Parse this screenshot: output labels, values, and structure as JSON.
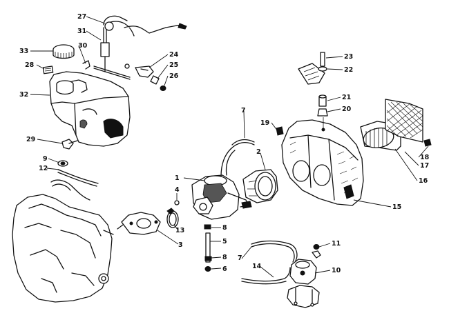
{
  "diagram": {
    "callouts": [
      {
        "id": "1",
        "text": "1"
      },
      {
        "id": "2",
        "text": "2"
      },
      {
        "id": "3",
        "text": "3"
      },
      {
        "id": "4",
        "text": "4"
      },
      {
        "id": "5",
        "text": "5"
      },
      {
        "id": "6",
        "text": "6"
      },
      {
        "id": "7a",
        "text": "7"
      },
      {
        "id": "7b",
        "text": "7"
      },
      {
        "id": "8a",
        "text": "8"
      },
      {
        "id": "8b",
        "text": "8"
      },
      {
        "id": "9",
        "text": "9"
      },
      {
        "id": "10",
        "text": "10"
      },
      {
        "id": "11",
        "text": "11"
      },
      {
        "id": "12",
        "text": "12"
      },
      {
        "id": "13",
        "text": "13"
      },
      {
        "id": "14",
        "text": "14"
      },
      {
        "id": "15",
        "text": "15"
      },
      {
        "id": "16",
        "text": "16"
      },
      {
        "id": "17",
        "text": "17"
      },
      {
        "id": "18",
        "text": "18"
      },
      {
        "id": "19",
        "text": "19"
      },
      {
        "id": "20",
        "text": "20"
      },
      {
        "id": "21",
        "text": "21"
      },
      {
        "id": "22",
        "text": "22"
      },
      {
        "id": "23",
        "text": "23"
      },
      {
        "id": "24",
        "text": "24"
      },
      {
        "id": "25",
        "text": "25"
      },
      {
        "id": "26",
        "text": "26"
      },
      {
        "id": "27",
        "text": "27"
      },
      {
        "id": "28",
        "text": "28"
      },
      {
        "id": "29",
        "text": "29"
      },
      {
        "id": "30",
        "text": "30"
      },
      {
        "id": "31",
        "text": "31"
      },
      {
        "id": "32",
        "text": "32"
      },
      {
        "id": "33",
        "text": "33"
      }
    ]
  }
}
